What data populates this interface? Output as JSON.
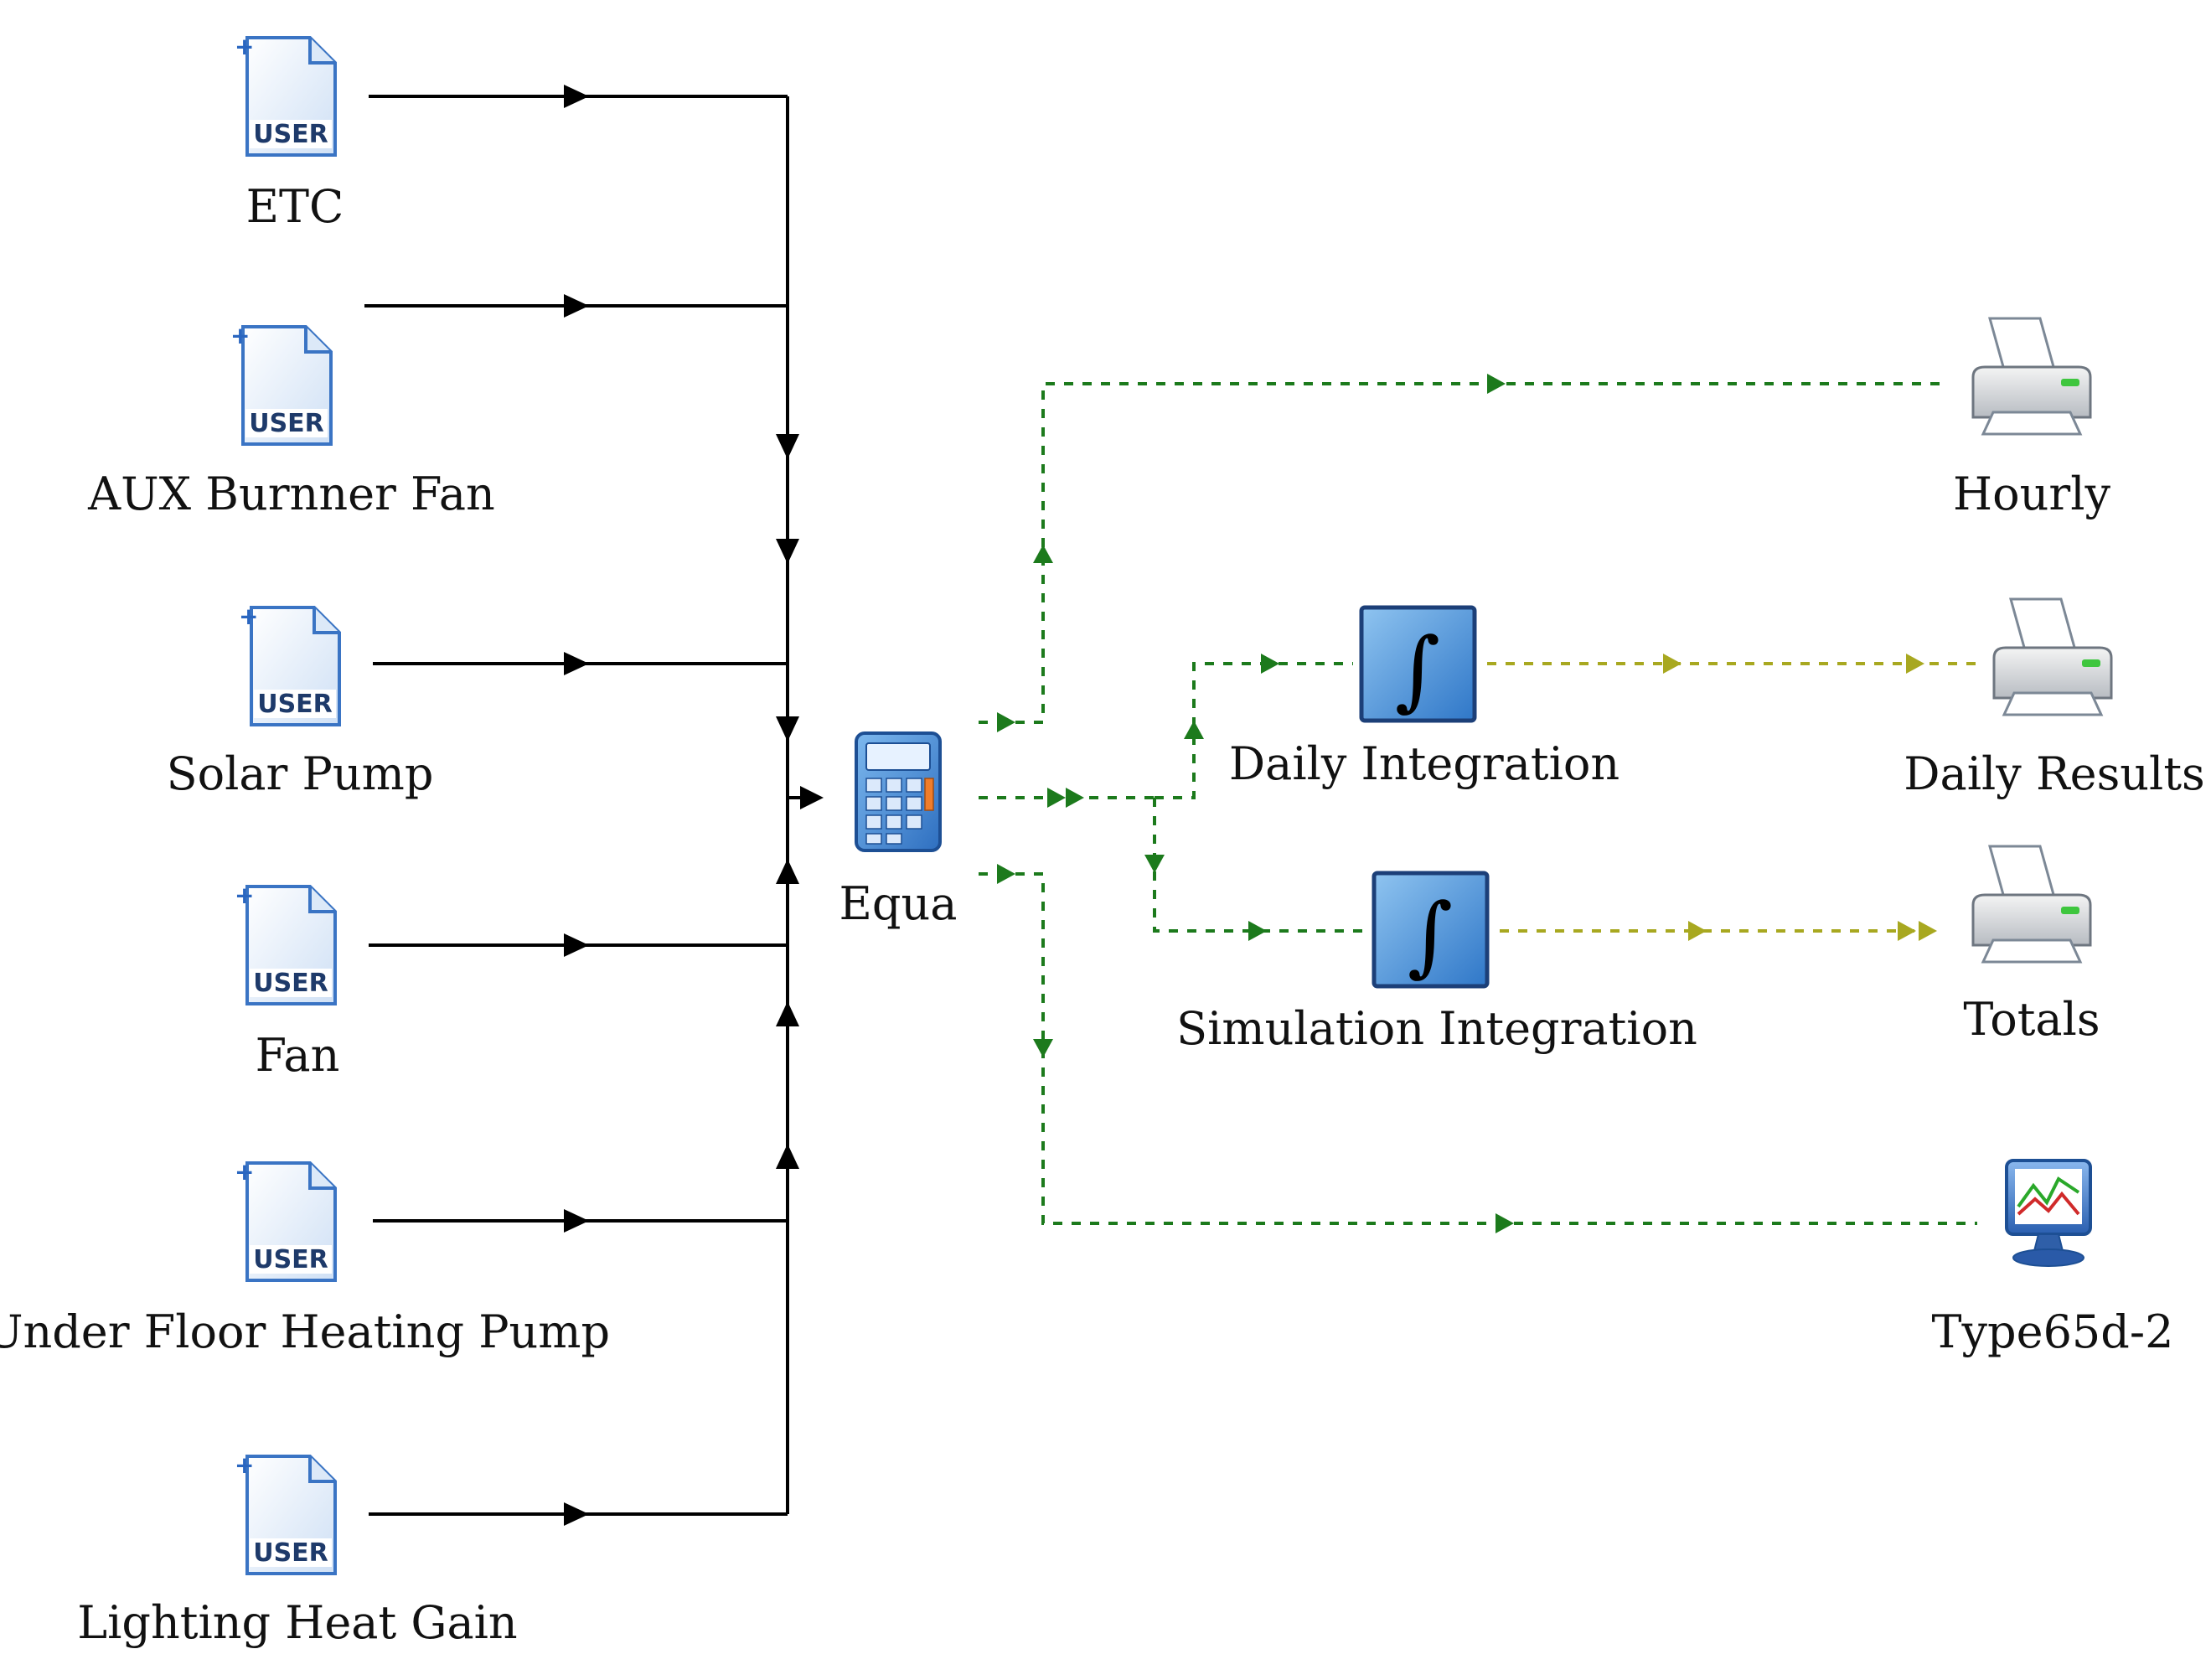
{
  "inputs": [
    {
      "label": "ETC",
      "icon": "user-file-icon"
    },
    {
      "label": "AUX Burnner Fan",
      "icon": "user-file-icon"
    },
    {
      "label": "Solar Pump",
      "icon": "user-file-icon"
    },
    {
      "label": "Fan",
      "icon": "user-file-icon"
    },
    {
      "label": "Under Floor Heating Pump",
      "icon": "user-file-icon"
    },
    {
      "label": "Lighting Heat Gain",
      "icon": "user-file-icon"
    }
  ],
  "user_badge": "USER",
  "equa": {
    "label": "Equa",
    "icon": "calculator-icon"
  },
  "integrators": [
    {
      "label": "Daily Integration",
      "icon": "integral-icon"
    },
    {
      "label": "Simulation Integration",
      "icon": "integral-icon"
    }
  ],
  "integral_symbol": "∫",
  "outputs": [
    {
      "label": "Hourly",
      "icon": "printer-icon"
    },
    {
      "label": "Daily Results",
      "icon": "printer-icon"
    },
    {
      "label": "Totals",
      "icon": "printer-icon"
    },
    {
      "label": "Type65d-2",
      "icon": "online-plotter-icon"
    }
  ],
  "colors": {
    "input_link": "#000000",
    "output_link": "#1c7a1c",
    "integrator_link": "#a8a820"
  }
}
